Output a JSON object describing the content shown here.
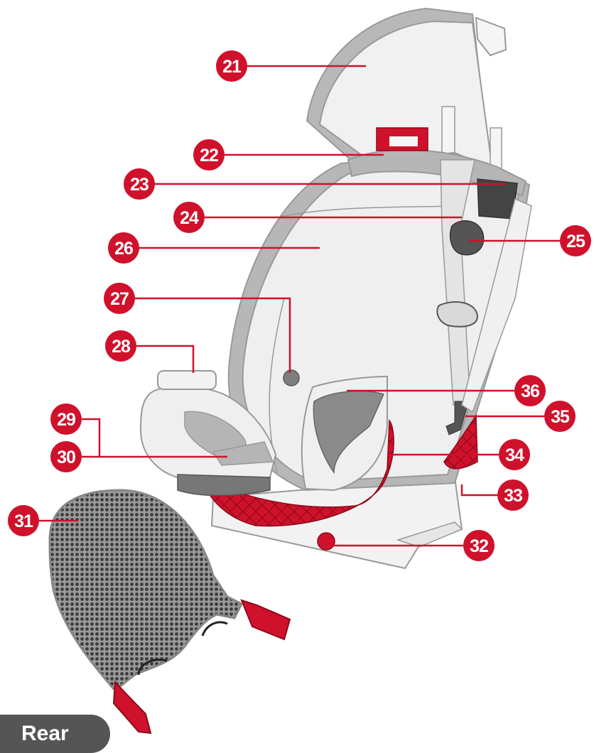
{
  "colors": {
    "accent": "#d0112b",
    "outline": "#999999",
    "fill": "#efefef",
    "dark": "#555555"
  },
  "callouts": [
    {
      "id": "callout-21",
      "label": "21"
    },
    {
      "id": "callout-22",
      "label": "22"
    },
    {
      "id": "callout-23",
      "label": "23"
    },
    {
      "id": "callout-24",
      "label": "24"
    },
    {
      "id": "callout-25",
      "label": "25"
    },
    {
      "id": "callout-26",
      "label": "26"
    },
    {
      "id": "callout-27",
      "label": "27"
    },
    {
      "id": "callout-28",
      "label": "28"
    },
    {
      "id": "callout-29",
      "label": "29"
    },
    {
      "id": "callout-30",
      "label": "30"
    },
    {
      "id": "callout-31",
      "label": "31"
    },
    {
      "id": "callout-32",
      "label": "32"
    },
    {
      "id": "callout-33",
      "label": "33"
    },
    {
      "id": "callout-34",
      "label": "34"
    },
    {
      "id": "callout-35",
      "label": "35"
    },
    {
      "id": "callout-36",
      "label": "36"
    }
  ],
  "view_label": "Rear"
}
